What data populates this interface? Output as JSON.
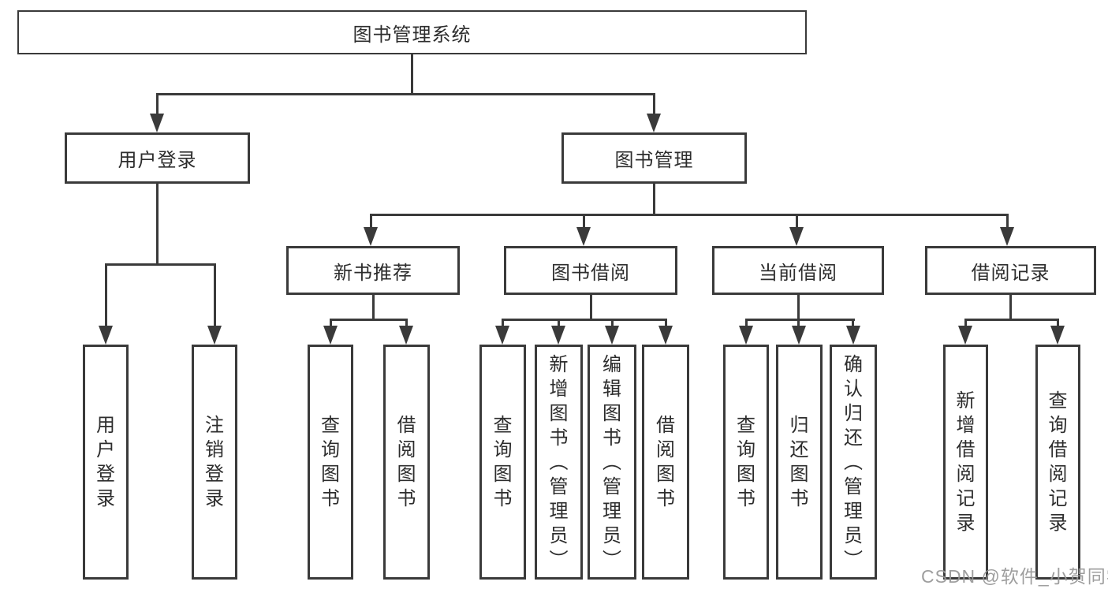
{
  "diagram": {
    "title": "图书管理系统",
    "root": {
      "label": "图书管理系统"
    },
    "level2": [
      {
        "label": "用户登录"
      },
      {
        "label": "图书管理"
      }
    ],
    "level3": [
      {
        "label": "新书推荐"
      },
      {
        "label": "图书借阅"
      },
      {
        "label": "当前借阅"
      },
      {
        "label": "借阅记录"
      }
    ],
    "leaves": {
      "user": [
        "用户登录",
        "注销登录"
      ],
      "recommend": [
        "查询图书",
        "借阅图书"
      ],
      "borrow": [
        "查询图书",
        "新增图书（管理员）",
        "编辑图书（管理员）",
        "借阅图书"
      ],
      "current": [
        "查询图书",
        "归还图书",
        "确认归还（管理员）"
      ],
      "records": [
        "新增借阅记录",
        "查询借阅记录"
      ]
    }
  },
  "watermark": "CSDN @软件_小贺同学",
  "colors": {
    "line": "#3a3a3a",
    "text": "#2d2d2d",
    "background": "#ffffff",
    "watermark": "#969696"
  }
}
